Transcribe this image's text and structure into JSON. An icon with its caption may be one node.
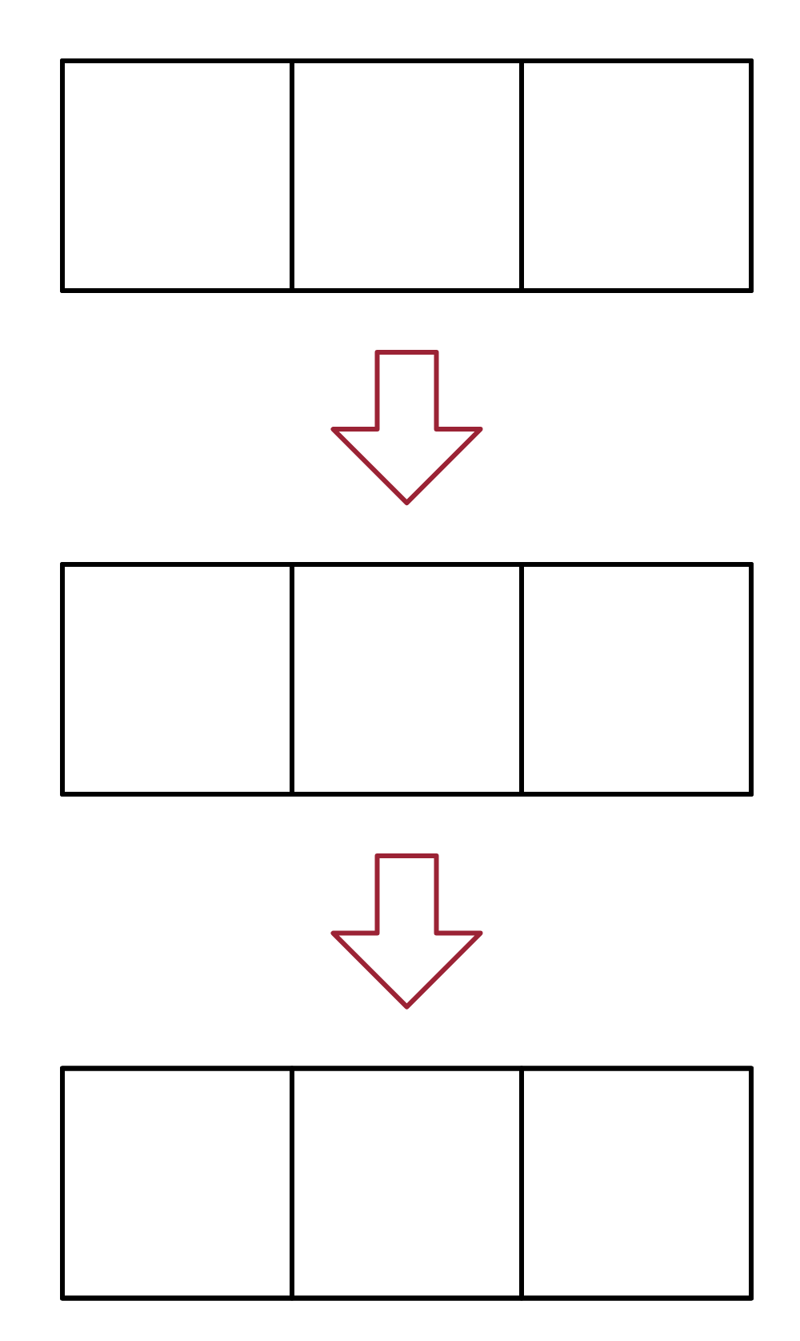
{
  "diagram": {
    "nodes": [
      {
        "text": [],
        "shape": "box"
      },
      {
        "text": [],
        "shape": "box",
        "in": 0
      },
      {
        "text": [],
        "shape": "box",
        "in": 0
      },
      {
        "text": [],
        "shape": "box",
        "in": 0
      },
      {
        "text": [],
        "shape": "box"
      },
      {
        "text": [],
        "shape": "box",
        "in": 4
      },
      {
        "text": [],
        "shape": "box",
        "in": 4
      },
      {
        "text": [],
        "shape": "box",
        "in": 4
      },
      {
        "text": [],
        "shape": "box"
      },
      {
        "text": [],
        "shape": "box",
        "in": 8
      },
      {
        "text": [],
        "shape": "box",
        "in": 8
      },
      {
        "text": [],
        "shape": "box",
        "in": 8
      }
    ],
    "edges": [
      {
        "from": 0,
        "to": 4,
        "arrow": "to",
        "color": "#9b2335"
      },
      {
        "from": 4,
        "to": 8,
        "arrow": "to",
        "color": "#9b2335"
      }
    ]
  }
}
